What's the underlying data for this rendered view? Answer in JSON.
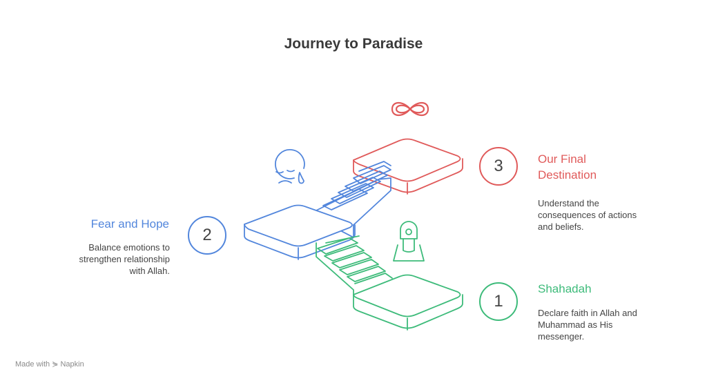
{
  "title": "Journey to Paradise",
  "colors": {
    "step1": "#3dbb7a",
    "step2": "#5286dc",
    "step3": "#e05a5a"
  },
  "steps": [
    {
      "number": "1",
      "title": "Shahadah",
      "desc": [
        "Declare faith in Allah and",
        "Muhammad as His",
        "messenger."
      ],
      "icon": "person-praying-icon"
    },
    {
      "number": "2",
      "title": "Fear and Hope",
      "desc": [
        "Balance emotions to",
        "strengthen relationship",
        "with Allah."
      ],
      "icon": "crying-face-icon"
    },
    {
      "number": "3",
      "title": "Our Final",
      "title2": "Destination",
      "desc": [
        "Understand the",
        "consequences of actions",
        "and beliefs."
      ],
      "icon": "infinity-icon"
    }
  ],
  "footer": {
    "prefix": "Made with",
    "brand": "Napkin"
  }
}
